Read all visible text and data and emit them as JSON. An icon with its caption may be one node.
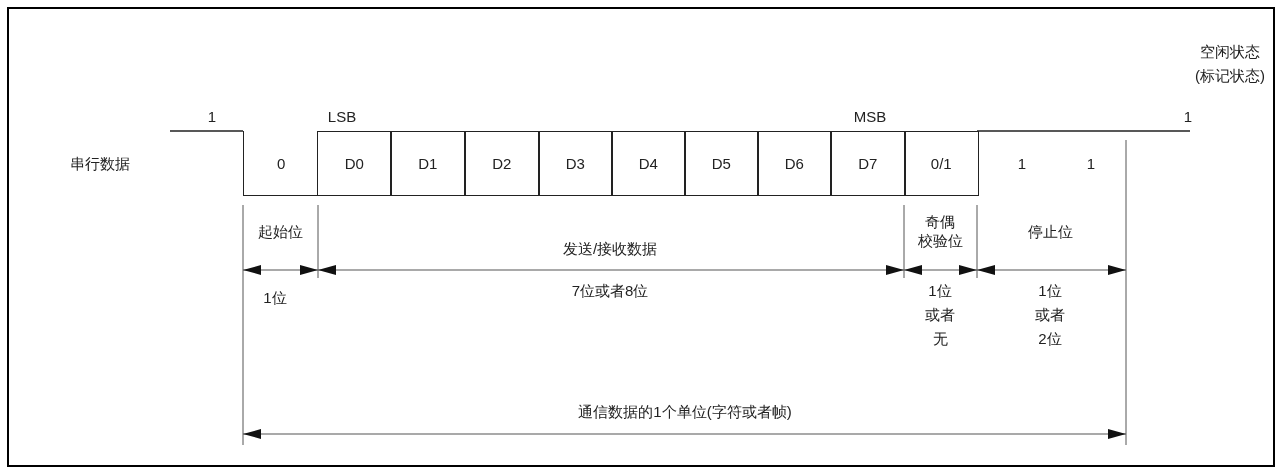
{
  "diagram": {
    "nodes": [
      {
        "text": [
          "0"
        ]
      },
      {
        "text": [
          "D0"
        ]
      },
      {
        "text": [
          "D1"
        ]
      },
      {
        "text": [
          "D2"
        ]
      },
      {
        "text": [
          "D3"
        ]
      },
      {
        "text": [
          "D4"
        ]
      },
      {
        "text": [
          "D5"
        ]
      },
      {
        "text": [
          "D6"
        ]
      },
      {
        "text": [
          "D7"
        ]
      },
      {
        "text": [
          "0/1"
        ]
      }
    ],
    "labels": [
      "空闲状态",
      "(标记状态)",
      "1",
      "LSB",
      "MSB",
      "1",
      "串行数据",
      "1",
      "1",
      "起始位",
      "奇偶",
      "发送/接收数据",
      "校验位",
      "停止位",
      "1位",
      "7位或者8位",
      "1位或者无",
      "1位或者2位",
      "通信数据的1个单位(字符或者帧)"
    ]
  }
}
